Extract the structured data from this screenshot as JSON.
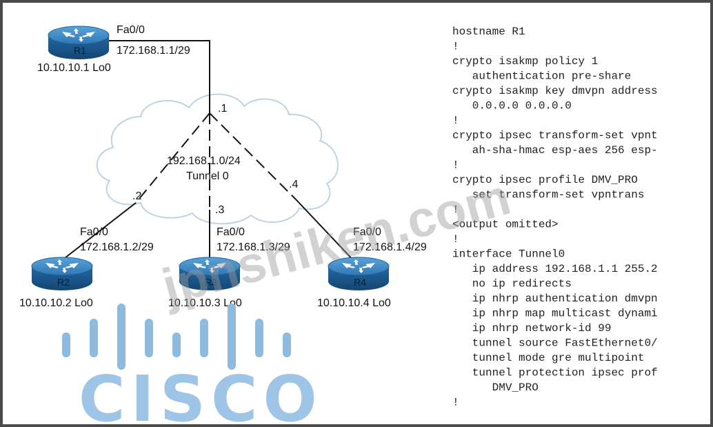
{
  "diagram": {
    "routers": [
      {
        "id": "r1",
        "name": "R1",
        "loopback": "10.10.10.1 Lo0",
        "interface": "Fa0/0",
        "address": "172.168.1.1/29"
      },
      {
        "id": "r2",
        "name": "R2",
        "loopback": "10.10.10.2 Lo0",
        "interface": "Fa0/0",
        "address": "172.168.1.2/29"
      },
      {
        "id": "r3",
        "name": "R3",
        "loopback": "10.10.10.3 Lo0",
        "interface": "Fa0/0",
        "address": "172.168.1.3/29"
      },
      {
        "id": "r4",
        "name": "R4",
        "loopback": "10.10.10.4 Lo0",
        "interface": "Fa0/0",
        "address": "172.168.1.4/29"
      }
    ],
    "cloud": {
      "network": "192.168.1.0/24",
      "name": "Tunnel 0"
    },
    "tunnel_endpoints": {
      "r1": ".1",
      "r2": ".2",
      "r3": ".3",
      "r4": ".4"
    }
  },
  "config": {
    "lines": [
      "hostname R1",
      "!",
      "crypto isakmp policy 1",
      "   authentication pre-share",
      "crypto isakmp key dmvpn address",
      "   0.0.0.0 0.0.0.0",
      "!",
      "crypto ipsec transform-set vpnt",
      "   ah-sha-hmac esp-aes 256 esp-",
      "!",
      "crypto ipsec profile DMV_PRO",
      "   set transform-set vpntrans",
      "!",
      "<output omitted>",
      "!",
      "interface Tunnel0",
      "   ip address 192.168.1.1 255.2",
      "   no ip redirects",
      "   ip nhrp authentication dmvpn",
      "   ip nhrp map multicast dynami",
      "   ip nhrp network-id 99",
      "   tunnel source FastEthernet0/",
      "   tunnel mode gre multipoint",
      "   tunnel protection ipsec prof",
      "      DMV_PRO",
      "!"
    ]
  },
  "watermark": {
    "text": "jpnshiken.com"
  },
  "logo": {
    "text": "CISCO"
  },
  "colors": {
    "router_top": "#3a86c4",
    "router_side": "#1d5a8e",
    "logo": "#8dbbe0",
    "border": "#4a4a4a"
  }
}
